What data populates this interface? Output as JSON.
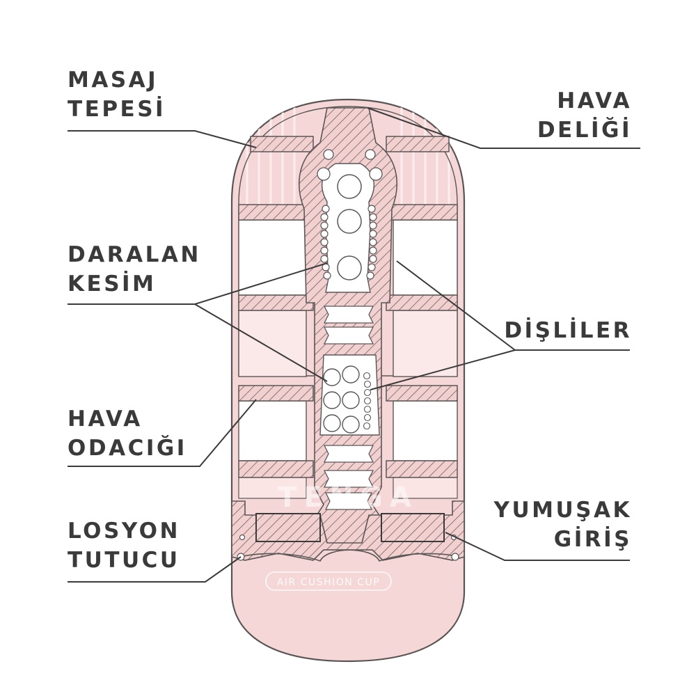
{
  "colors": {
    "ink": "#3a3a3a",
    "body_fill": "#f6d7d7",
    "body_stroke": "#5a5555",
    "hatch": "#6a6262",
    "chamber_fill": "#ffffff",
    "stripe": "#fbecec"
  },
  "labels": {
    "masaj_tepesi": [
      "MASAJ",
      "TEPESİ"
    ],
    "hava_deligi": [
      "HAVA",
      "DELİĞİ"
    ],
    "daralan_kesim": [
      "DARALAN",
      "KESİM"
    ],
    "disliler": [
      "DİŞLİLER"
    ],
    "hava_odacigi": [
      "HAVA",
      "ODACIĞI"
    ],
    "yumusak_giris": [
      "YUMUŞAK",
      "GİRİŞ"
    ],
    "losyon_tutucu": [
      "LOSYON",
      "TUTUCU"
    ]
  },
  "product_text": {
    "brand": "TENGA",
    "cup_label": "AIR CUSHION CUP"
  }
}
